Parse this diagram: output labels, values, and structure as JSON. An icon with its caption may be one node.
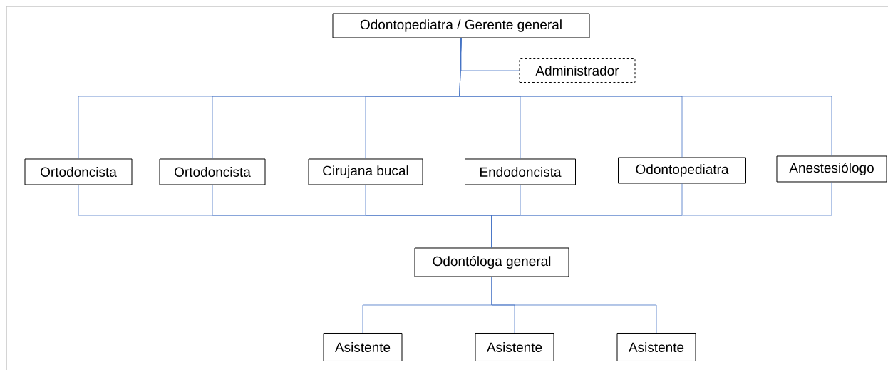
{
  "diagram": {
    "nodes": [
      {
        "text": [
          "Odontopediatra / Gerente general"
        ]
      },
      {
        "text": [
          "Administrador"
        ]
      },
      {
        "text": [
          "Ortodoncista"
        ]
      },
      {
        "text": [
          "Ortodoncista"
        ]
      },
      {
        "text": [
          "Cirujana bucal"
        ]
      },
      {
        "text": [
          "Endodoncista"
        ]
      },
      {
        "text": [
          "Odontopediatra"
        ]
      },
      {
        "text": [
          "Anestesiólogo"
        ]
      },
      {
        "text": [
          "Odontóloga general"
        ]
      },
      {
        "text": [
          "Asistente"
        ]
      },
      {
        "text": [
          "Asistente"
        ]
      },
      {
        "text": [
          "Asistente"
        ]
      }
    ],
    "edges": [
      {
        "from": 0,
        "to": 1,
        "arrow": "none"
      },
      {
        "from": 0,
        "to": 2,
        "arrow": "none"
      },
      {
        "from": 0,
        "to": 3,
        "arrow": "none"
      },
      {
        "from": 0,
        "to": 4,
        "arrow": "none"
      },
      {
        "from": 0,
        "to": 5,
        "arrow": "none"
      },
      {
        "from": 0,
        "to": 6,
        "arrow": "none"
      },
      {
        "from": 0,
        "to": 7,
        "arrow": "none"
      },
      {
        "from": 2,
        "to": 8,
        "arrow": "none"
      },
      {
        "from": 3,
        "to": 8,
        "arrow": "none"
      },
      {
        "from": 4,
        "to": 8,
        "arrow": "none"
      },
      {
        "from": 5,
        "to": 8,
        "arrow": "none"
      },
      {
        "from": 6,
        "to": 8,
        "arrow": "none"
      },
      {
        "from": 7,
        "to": 8,
        "arrow": "none"
      },
      {
        "from": 8,
        "to": 9,
        "arrow": "none"
      },
      {
        "from": 8,
        "to": 10,
        "arrow": "none"
      },
      {
        "from": 8,
        "to": 11,
        "arrow": "none"
      }
    ]
  }
}
